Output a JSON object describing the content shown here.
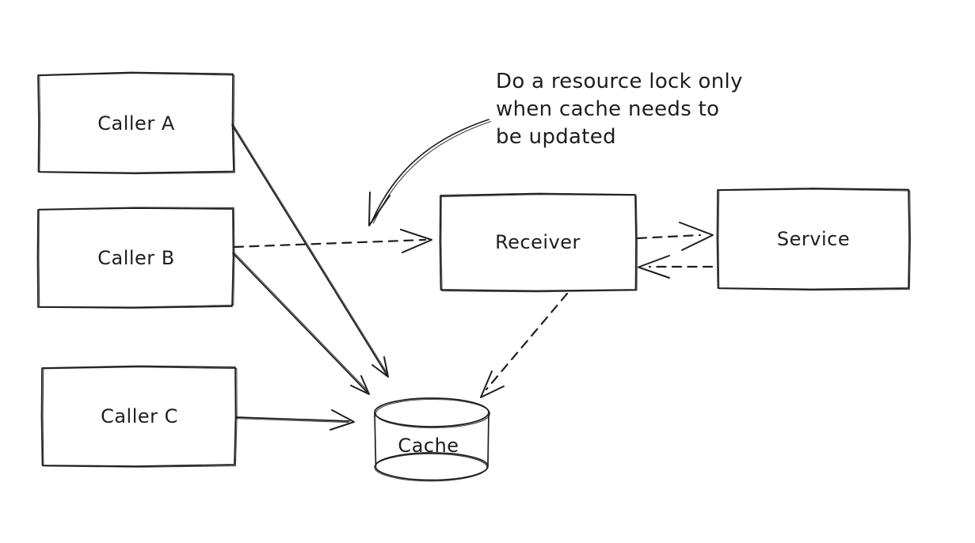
{
  "app": {
    "background_color": "#ffffff",
    "stroke_color": "#1e1e1e"
  },
  "diagram": {
    "nodes": [
      {
        "id": "caller-a",
        "shape": "rectangle",
        "label": "Caller A"
      },
      {
        "id": "caller-b",
        "shape": "rectangle",
        "label": "Caller B"
      },
      {
        "id": "caller-c",
        "shape": "rectangle",
        "label": "Caller C"
      },
      {
        "id": "receiver",
        "shape": "rectangle",
        "label": "Receiver"
      },
      {
        "id": "service",
        "shape": "rectangle",
        "label": "Service"
      },
      {
        "id": "cache",
        "shape": "cylinder",
        "label": "Cache"
      }
    ],
    "edges": [
      {
        "from": "caller-a",
        "to": "cache",
        "line": "solid",
        "arrow": "end"
      },
      {
        "from": "caller-b",
        "to": "receiver",
        "line": "dashed",
        "arrow": "end"
      },
      {
        "from": "caller-b",
        "to": "cache",
        "line": "solid",
        "arrow": "end"
      },
      {
        "from": "caller-c",
        "to": "cache",
        "line": "solid",
        "arrow": "end"
      },
      {
        "from": "receiver",
        "to": "service",
        "line": "dashed",
        "arrow": "end"
      },
      {
        "from": "service",
        "to": "receiver",
        "line": "dashed",
        "arrow": "end"
      },
      {
        "from": "receiver",
        "to": "cache",
        "line": "dashed",
        "arrow": "end"
      }
    ],
    "annotation": {
      "text": "Do a resource lock only\nwhen cache needs to\nbe updated",
      "points_to": "caller-b-to-receiver-edge"
    }
  }
}
